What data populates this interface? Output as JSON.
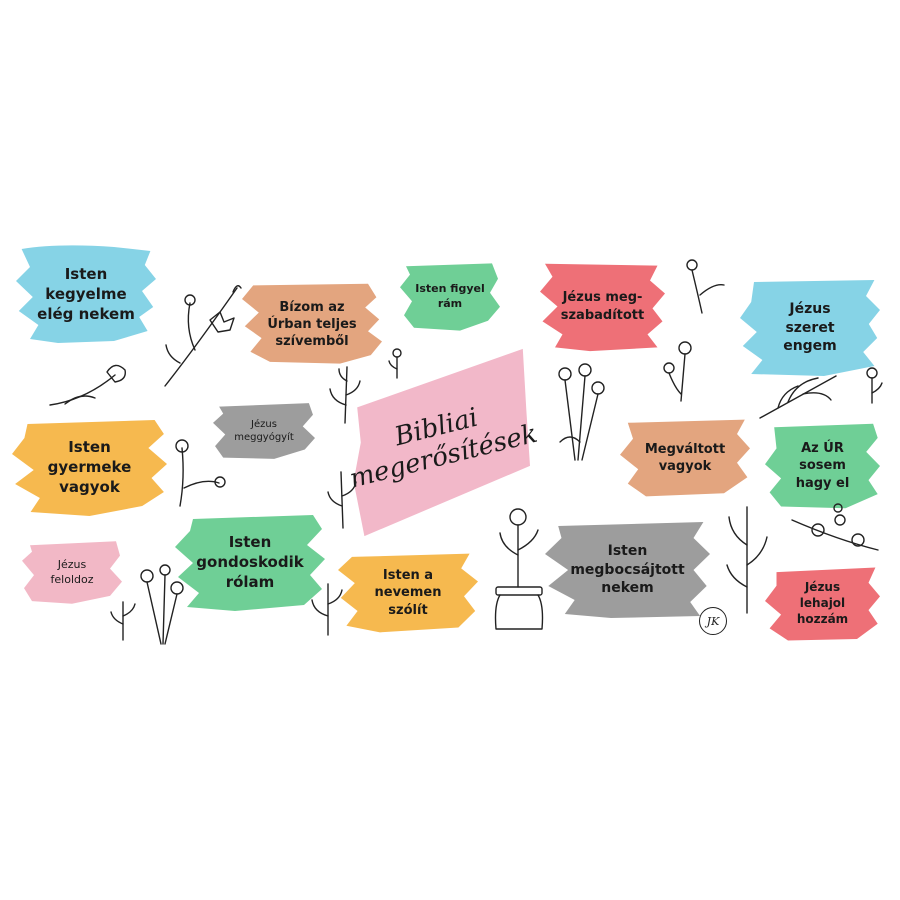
{
  "title": "Bibliai\nmegerősítések",
  "signature": "JK",
  "colors": {
    "blue": "#86d3e6",
    "orange_tan": "#e3a57f",
    "green": "#6fcf96",
    "red": "#ee7077",
    "yellow": "#f6b94f",
    "gray": "#9d9d9d",
    "pink": "#f2b8c6",
    "title_pink": "#f2b8c9"
  },
  "cards": [
    {
      "id": "c1",
      "text": "Isten\nkegyelme\nelég nekem",
      "color": "#86d3e6"
    },
    {
      "id": "c2",
      "text": "Bízom az\nÚrban teljes\nszívemből",
      "color": "#e3a57f"
    },
    {
      "id": "c3",
      "text": "Isten figyel\nrám",
      "color": "#6fcf96"
    },
    {
      "id": "c4",
      "text": "Jézus meg-\nszabadított",
      "color": "#ee7077"
    },
    {
      "id": "c5",
      "text": "Jézus\nszeret\nengem",
      "color": "#86d3e6"
    },
    {
      "id": "c6",
      "text": "Jézus\nmeggyógyít",
      "color": "#9d9d9d"
    },
    {
      "id": "c7",
      "text": "Isten\ngyermeke\nvagyok",
      "color": "#f6b94f"
    },
    {
      "id": "c8",
      "text": "Megváltott\nvagyok",
      "color": "#e3a57f"
    },
    {
      "id": "c9",
      "text": "Az ÚR\nsosem\nhagy el",
      "color": "#6fcf96"
    },
    {
      "id": "c10",
      "text": "Isten\ngondoskodik\nrólam",
      "color": "#6fcf96"
    },
    {
      "id": "c11",
      "text": "Jézus\nfeloldoz",
      "color": "#f2b8c6"
    },
    {
      "id": "c12",
      "text": "Isten a\nnevemen\nszólít",
      "color": "#f6b94f"
    },
    {
      "id": "c13",
      "text": "Isten\nmegbocsájtott\nnekem",
      "color": "#9d9d9d"
    },
    {
      "id": "c14",
      "text": "Jézus\nlehajol\nhozzám",
      "color": "#ee7077"
    }
  ]
}
